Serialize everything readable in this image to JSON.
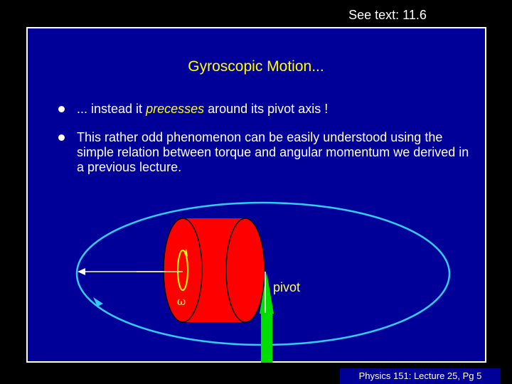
{
  "header": {
    "reference": "See text:  11.6"
  },
  "slide": {
    "title": "Gyroscopic Motion...",
    "bullets": [
      {
        "before": "... instead it ",
        "emphasis": "precesses",
        "after": " around its pivot axis !"
      },
      {
        "text": "This rather odd phenomenon can be easily understood using the simple relation between torque and angular momentum we derived in a previous lecture."
      }
    ]
  },
  "diagram": {
    "omega_symbol": "ω",
    "pivot_label": "pivot"
  },
  "footer": {
    "text": "Physics 151: Lecture 25, Pg 5"
  },
  "colors": {
    "background": "#000000",
    "slide_background": "#000099",
    "title": "#ffff00",
    "body_text": "#ffffff",
    "orbit": "#33ccff",
    "wheel": "#ff0000",
    "pivot_arrow": "#00dd00",
    "pivot_label": "#ffff66"
  }
}
